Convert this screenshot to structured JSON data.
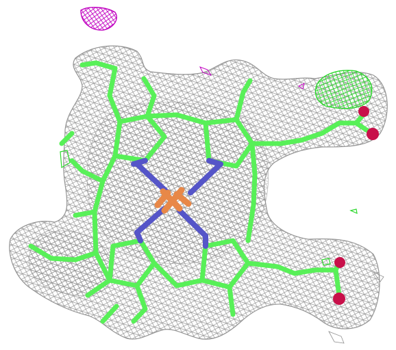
{
  "colors": {
    "background": "#ffffff",
    "mesh_gray": "#8f8f8f",
    "mesh_magenta": "#c000c0",
    "mesh_green": "#2bd82b",
    "carbon": "#58f058",
    "nitrogen": "#5555c8",
    "iron": "#e88848",
    "oxygen": "#c8104a"
  },
  "icons": [
    "electron-density-mesh",
    "heme-molecule",
    "iron-atom",
    "oxygen-atom"
  ]
}
